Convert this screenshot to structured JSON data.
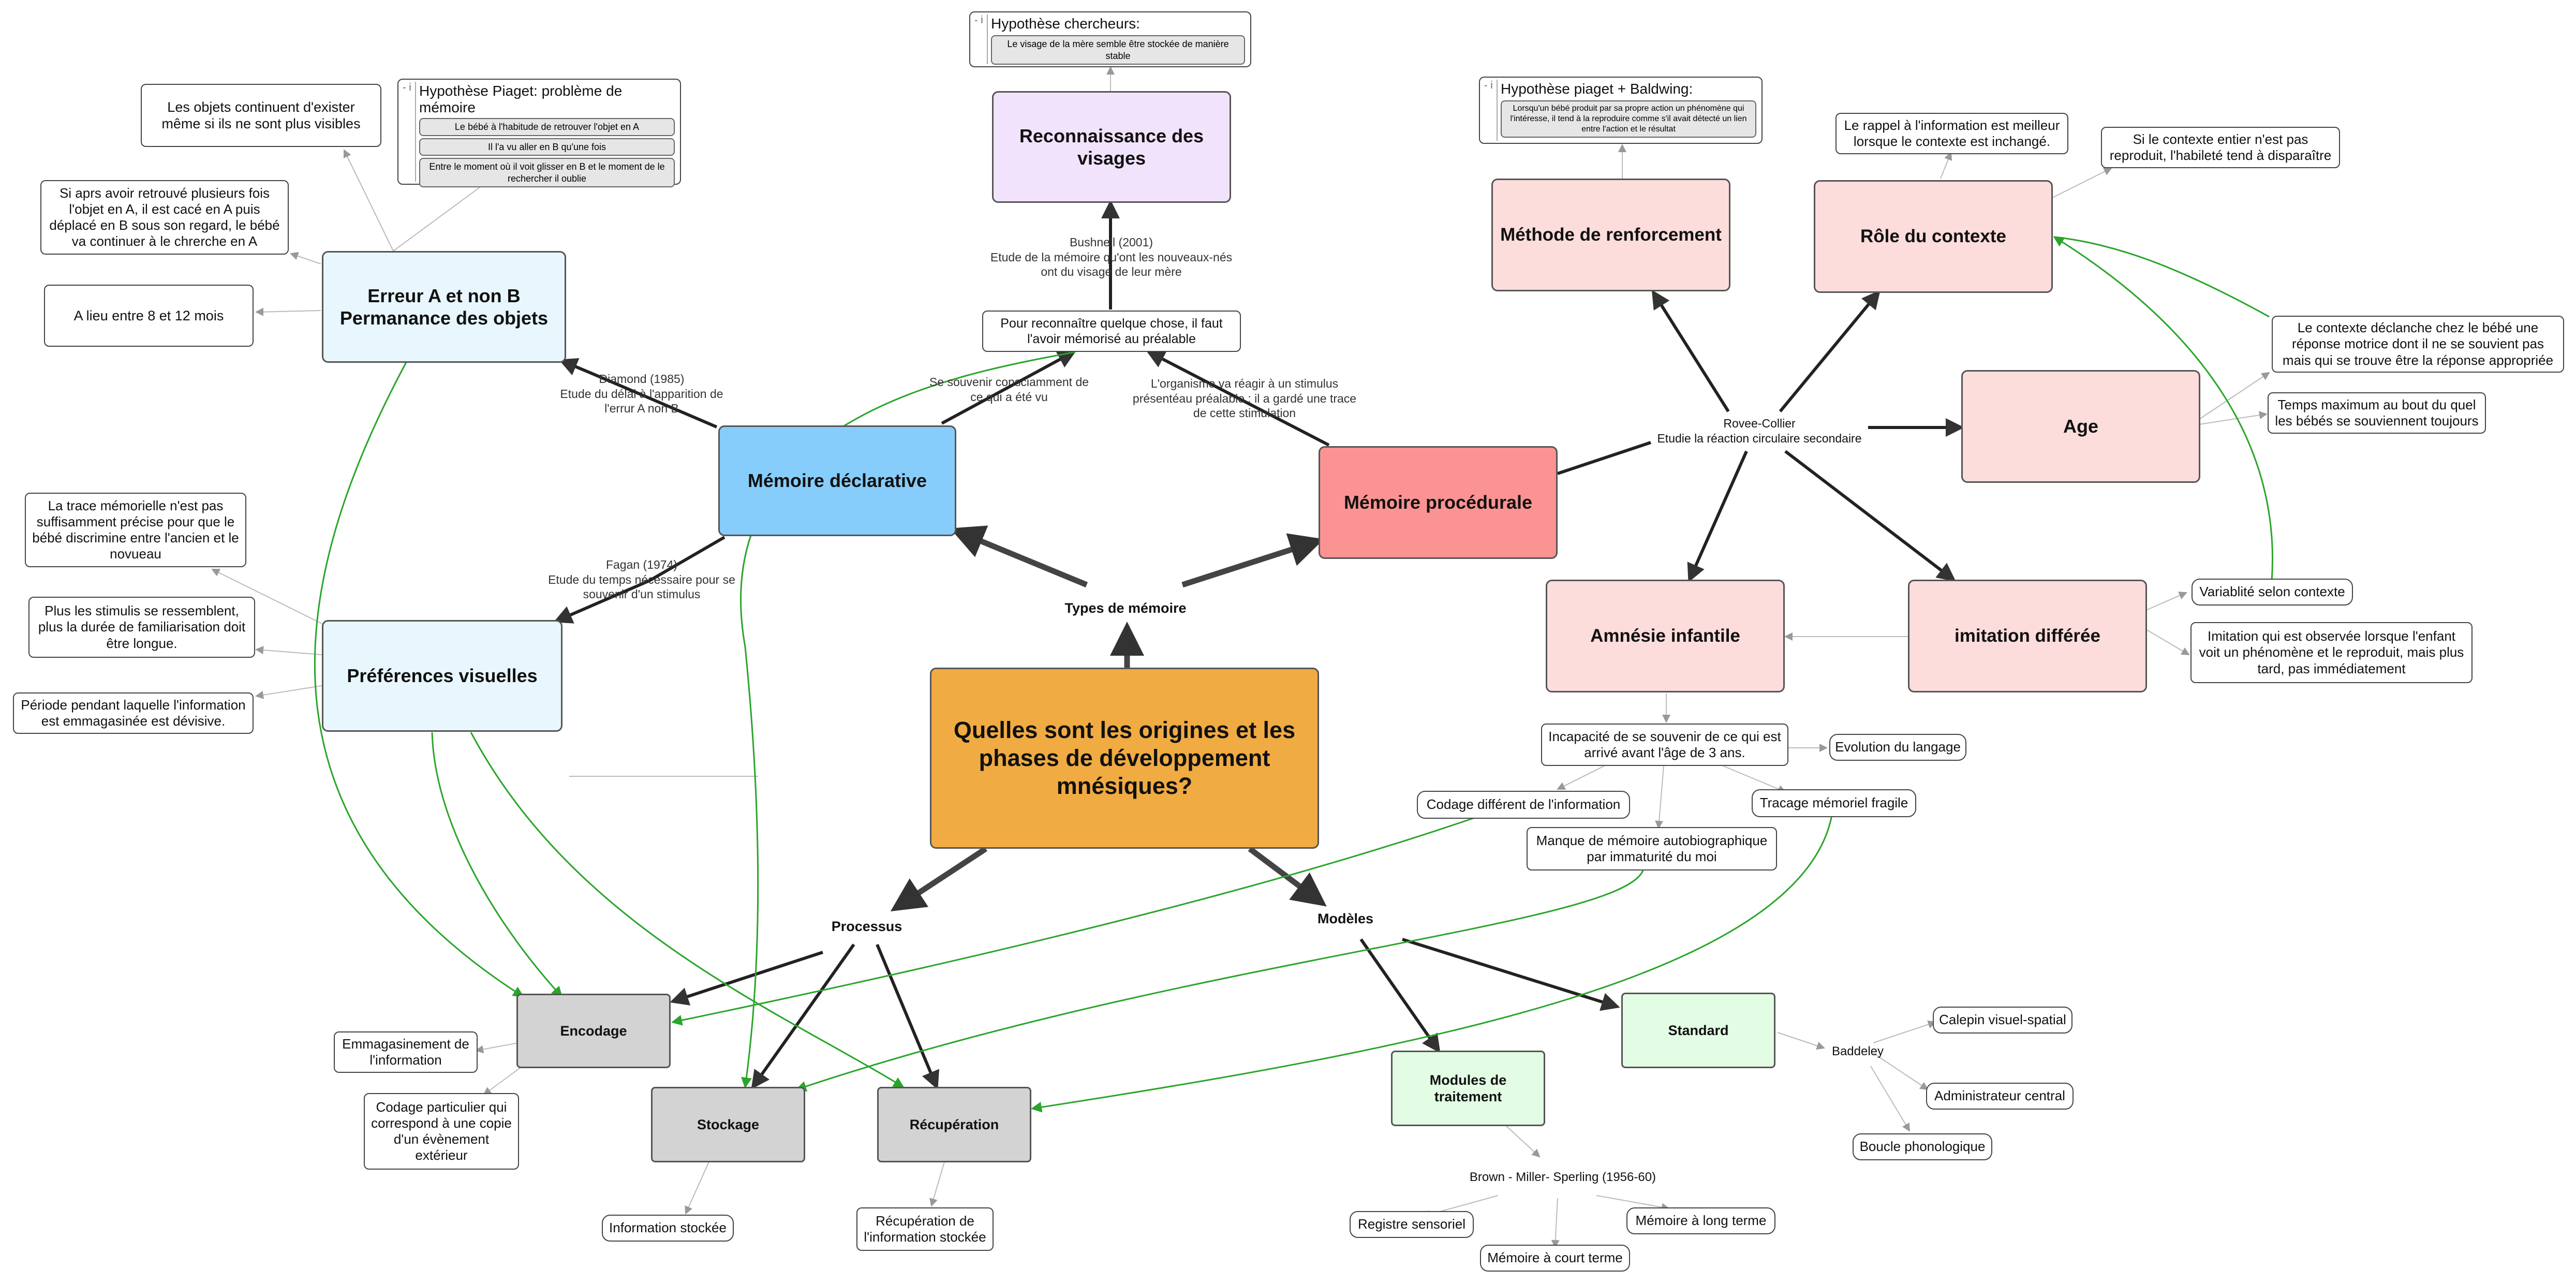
{
  "nodes": {
    "central": "Quelles sont les origines et les phases de développement mnésiques?",
    "types_memoire": "Types de mémoire",
    "processus": "Processus",
    "modeles": "Modèles",
    "memoire_declarative": "Mémoire déclarative",
    "memoire_procedurale": "Mémoire procédurale",
    "reconnaissance_visages": "Reconnaissance des visages",
    "erreur_a_non_b": "Erreur A et non B\nPermanance des objets",
    "preferences_visuelles": "Préférences visuelles",
    "methode_renforcement": "Méthode de renforcement",
    "role_contexte": "Rôle du contexte",
    "age": "Age",
    "amnesie_infantile": "Amnésie infantile",
    "imitation_differee": "imitation différée",
    "encodage": "Encodage",
    "stockage": "Stockage",
    "recuperation": "Récupération",
    "modules_traitement": "Modules de traitement",
    "standard": "Standard",
    "baddeley": "Baddeley",
    "brown": "Brown - Miller- Sperling (1956-60)",
    "rovee_collier": "Rovee-Collier\nEtudie la réaction circulaire secondaire",
    "reconnaitre": "Pour reconnaître quelque chose, il faut l'avoir mémorisé au préalable",
    "objets_continuent": "Les objets continuent d'exister même si ils ne sont plus visibles",
    "si_apres": "Si aprs avoir retrouvé plusieurs fois l'objet en A, il est cacé en A puis déplacé en B sous son regard, le bébé va continuer à le chrerche en A",
    "lieu_8_12": "A lieu entre 8 et 12 mois",
    "trace_memorielle": "La trace mémorielle n'est pas suffisamment précise pour que le bébé discrimine entre l'ancien et le novueau",
    "stimulis": "Plus les stimulis se ressemblent, plus la durée de familiarisation doit être longue.",
    "periode": "Période pendant laquelle l'information est emmagasinée est dévisive.",
    "rappel": "Le rappel à l'information est meilleur lorsque le contexte est inchangé.",
    "contexte_entier": "Si le contexte entier n'est pas reproduit, l'habileté tend à disparaître",
    "contexte_declanche": "Le contexte déclanche chez le bébé une réponse motrice dont il ne se souvient pas mais qui se trouve être la réponse appropriée",
    "temps_maximum": "Temps maximum au bout du quel les bébés se souviennent toujours",
    "variabilite": "Variablité selon contexte",
    "imitation_observee": "Imitation qui est observée lorsque l'enfant voit un phénomène et le reproduit, mais plus tard, pas immédiatement",
    "incapacite": "Incapacité de se souvenir de ce qui est arrivé avant l'âge de 3 ans.",
    "evolution_langage": "Evolution du langage",
    "codage_different": "Codage différent de l'information",
    "tracage_fragile": "Tracage mémoriel fragile",
    "manque_memoire": "Manque de mémoire autobiographique par immaturité du moi",
    "emmagasinement": "Emmagasinement de l'information",
    "codage_particulier": "Codage particulier qui correspond à une copie d'un évènement extérieur",
    "information_stockee": "Information stockée",
    "recuperation_info": "Récupération de l'information stockée",
    "registre_sensoriel": "Registre sensoriel",
    "memoire_court_terme": "Mémoire à court terme",
    "memoire_long_terme": "Mémoire à long terme",
    "calepin": "Calepin visuel-spatial",
    "administrateur": "Administrateur central",
    "boucle": "Boucle phonologique"
  },
  "edge_labels": {
    "bushnell": "Bushnell (2001)\nEtude de la mémoire qu'ont les nouveaux-nés ont du visage de leur mère",
    "diamond": "Diamond (1985)\nEtude du délai à l'apparition de l'errur A non B",
    "fagan": "Fagan (1974)\nEtude du temps nécessaire pour se souvenir d'un stimulus",
    "souvenir": "Se souvenir consciamment de ce qui a été vu",
    "organisme": "L'organisme va réagir à un stimulus présentéau préalable : il a gardé une trace de cette stimulation"
  },
  "notes": {
    "chercheurs": {
      "toggle": "- i",
      "title": "Hypothèse chercheurs:",
      "items": [
        "Le visage de la mère semble être stockée de manière stable"
      ]
    },
    "piaget": {
      "toggle": "- i",
      "title": "Hypothèse Piaget: problème de mémoire",
      "items": [
        "Le bébé à l'habitude de retrouver l'objet en A",
        "Il l'a vu aller en B qu'une fois",
        "Entre le moment où il voit glisser en B et le moment de le rechercher il oublie"
      ]
    },
    "baldwing": {
      "toggle": "- i",
      "title": "Hypothèse piaget + Baldwing:",
      "items": [
        "Lorsqu'un bébé produit par sa propre action un phénomène qui l'intéresse, il tend à la reproduire comme s'il avait détecté un lien entre l'action et le résultat"
      ]
    }
  },
  "colors": {
    "central": "#f0ab43",
    "declarative": "#87cdfb",
    "procedurale": "#fb9393",
    "visages": "#f2e3fd",
    "bleu_clair": "#e7f7fd",
    "rose": "#fddcdc",
    "gris": "#d3d3d3",
    "vert": "#e2fde3",
    "lien": "#333333",
    "lien_fin": "#bbbbbb",
    "lien_vert": "#2aa52a"
  }
}
